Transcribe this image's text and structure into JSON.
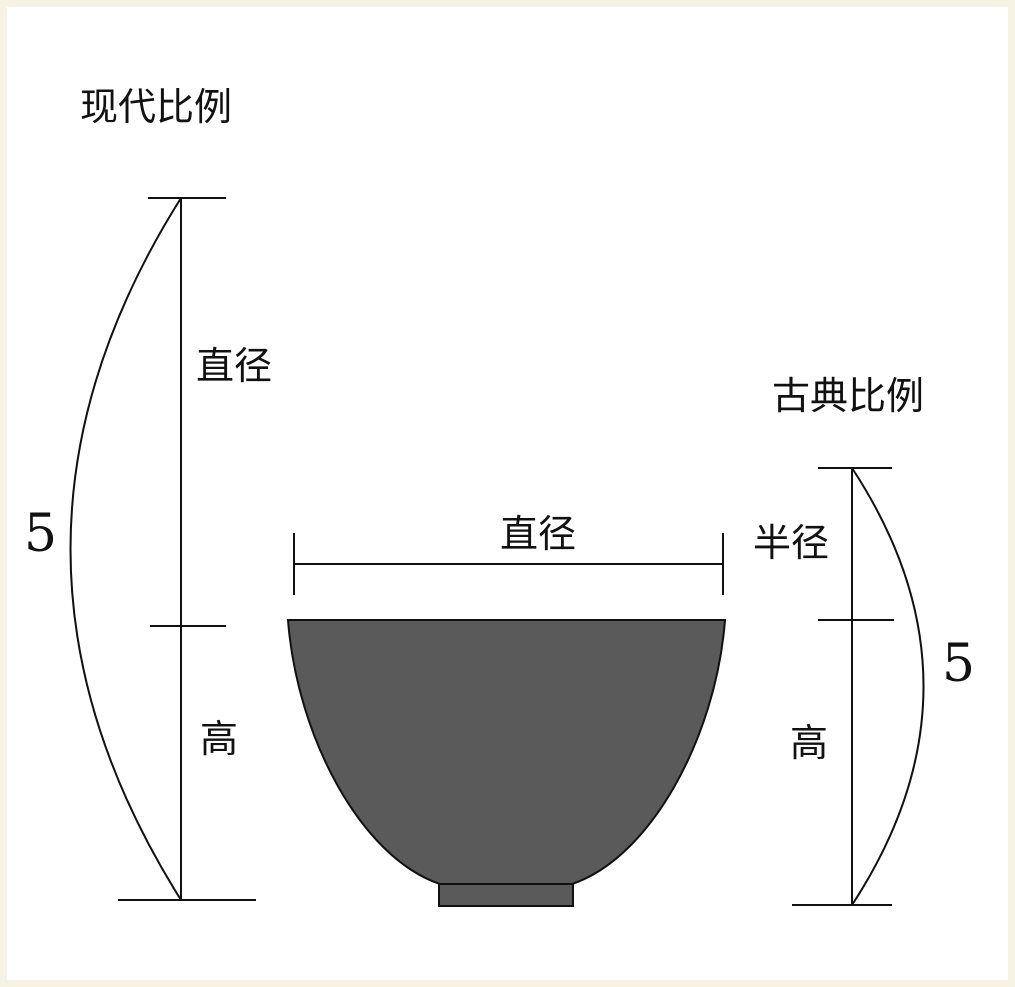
{
  "modern": {
    "title": "现代比例",
    "diameter_label": "直径",
    "height_label": "高",
    "total": "5"
  },
  "classical": {
    "title": "古典比例",
    "radius_label": "半径",
    "height_label": "高",
    "total": "5"
  },
  "bowl": {
    "diameter_label": "直径",
    "fill": "#5a5a5a"
  },
  "colors": {
    "background": "#f6f3e4",
    "canvas": "#ffffff",
    "ink": "#111111"
  }
}
